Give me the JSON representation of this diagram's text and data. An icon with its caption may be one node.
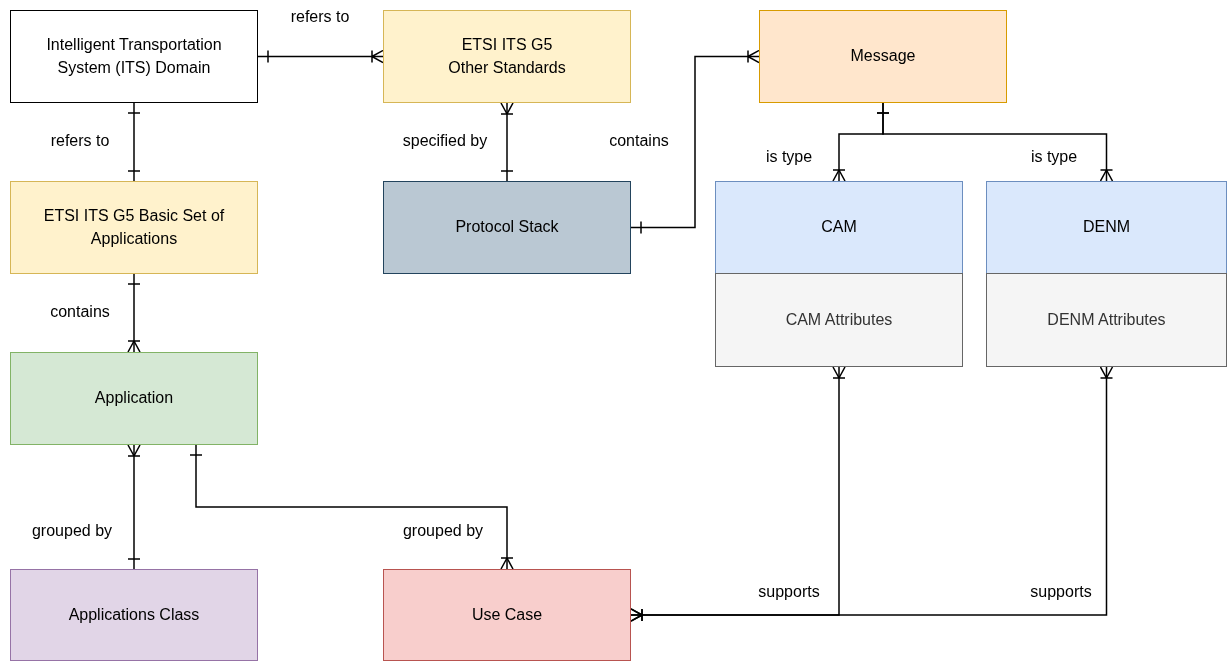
{
  "diagram": {
    "nodes": [
      {
        "text": [
          "Intelligent Transportation System (ITS) Domain"
        ]
      },
      {
        "text": [
          "ETSI ITS G5 Other Standards"
        ]
      },
      {
        "text": [
          "Message"
        ]
      },
      {
        "text": [
          "ETSI ITS G5 Basic Set of Applications"
        ]
      },
      {
        "text": [
          "Protocol Stack"
        ]
      },
      {
        "text": [
          "CAM"
        ]
      },
      {
        "text": [
          "CAM Attributes"
        ]
      },
      {
        "text": [
          "DENM"
        ]
      },
      {
        "text": [
          "DENM Attributes"
        ]
      },
      {
        "text": [
          "Application"
        ]
      },
      {
        "text": [
          "Applications Class"
        ]
      },
      {
        "text": [
          "Use Case"
        ]
      }
    ],
    "edges": [
      {
        "from": 0,
        "to": 1,
        "arrow": "other",
        "label": "refers to"
      },
      {
        "from": 0,
        "to": 3,
        "arrow": "other",
        "label": "refers to"
      },
      {
        "from": 1,
        "to": 4,
        "arrow": "other",
        "label": "specified by"
      },
      {
        "from": 4,
        "to": 2,
        "arrow": "other",
        "label": "contains"
      },
      {
        "from": 2,
        "to": 5,
        "arrow": "other",
        "label": "is type"
      },
      {
        "from": 2,
        "to": 7,
        "arrow": "other",
        "label": "is type"
      },
      {
        "from": 3,
        "to": 9,
        "arrow": "other",
        "label": "contains"
      },
      {
        "from": 9,
        "to": 10,
        "arrow": "other",
        "label": "grouped by"
      },
      {
        "from": 9,
        "to": 11,
        "arrow": "other",
        "label": "grouped by"
      },
      {
        "from": 6,
        "to": 11,
        "arrow": "other",
        "label": "supports"
      },
      {
        "from": 8,
        "to": 11,
        "arrow": "other",
        "label": "supports"
      }
    ]
  }
}
